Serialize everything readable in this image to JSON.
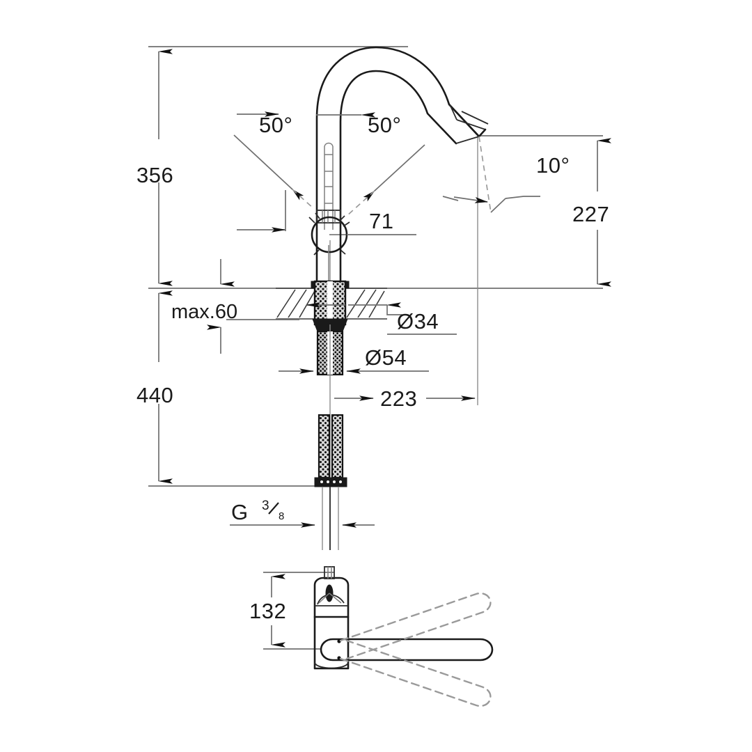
{
  "drawing": {
    "title": "Kitchen mixer tap dimension drawing",
    "type": "technical-dimension-drawing",
    "units": "mm",
    "views": [
      {
        "name": "front-elevation",
        "label": ""
      },
      {
        "name": "top-view",
        "label": ""
      }
    ],
    "dimensions": {
      "total_height_above_surface": "356",
      "spout_outlet_height": "227",
      "handle_pivot_height": "71",
      "counter_thickness_max": "max.60",
      "shank_below_surface_total": "440",
      "spout_reach": "223",
      "escutcheon_diameter": "Ø34",
      "base_diameter": "Ø54",
      "thread_connection": "G",
      "thread_numerator": "3",
      "thread_denominator": "8",
      "handle_height_top_view": "132"
    },
    "angles": {
      "handle_left": "50°",
      "handle_right": "50°",
      "spout_outlet": "10°"
    },
    "colors": {
      "outline": "#1a1a1a",
      "dimension_line": "#6f6f6f",
      "ghost_line": "#9a9a9a",
      "background": "#ffffff"
    }
  }
}
